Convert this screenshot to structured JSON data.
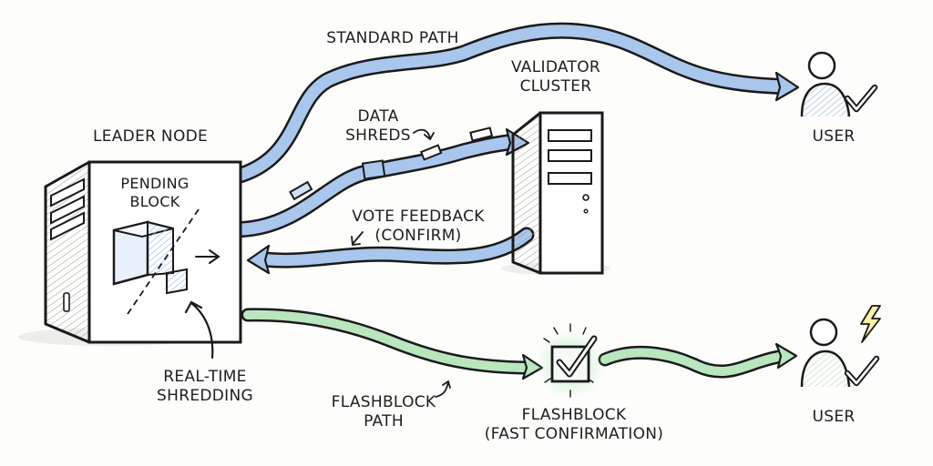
{
  "diagram": {
    "nodes": {
      "leader_node": {
        "label": "LEADER NODE",
        "inner_label": "PENDING\nBLOCK",
        "icon": "server-tower-icon"
      },
      "validator_cluster": {
        "label": "VALIDATOR\nCLUSTER",
        "icon": "server-tower-icon"
      },
      "user_standard": {
        "label": "USER",
        "icon": "user-check-icon"
      },
      "user_flash": {
        "label": "USER",
        "icon": "user-check-lightning-icon"
      },
      "flashblock": {
        "label": "FLASHBLOCK\n(FAST CONFIRMATION)",
        "icon": "checkbox-glow-icon"
      }
    },
    "paths": {
      "standard": {
        "label": "STANDARD PATH",
        "color": "#a9c6ec"
      },
      "data_shreds": {
        "label": "DATA\nSHREDS",
        "color": "#a9c6ec"
      },
      "vote_feedback": {
        "label": "VOTE FEEDBACK\n(CONFIRM)",
        "color": "#a9c6ec"
      },
      "flashblock": {
        "label": "FLASHBLOCK\nPATH",
        "color": "#b9e6bf"
      }
    },
    "annotations": {
      "real_time_shredding": "REAL-TIME\nSHREDDING"
    },
    "colors": {
      "ink": "#1a1a1a",
      "blue_fill": "#a9c6ec",
      "green_fill": "#b9e6bf",
      "background": "#fdfdfb"
    }
  }
}
